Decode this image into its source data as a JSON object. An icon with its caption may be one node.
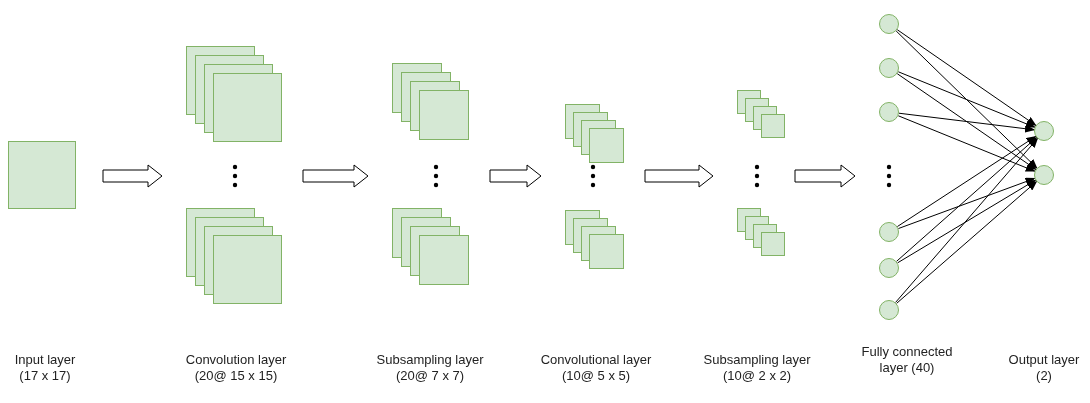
{
  "diagram": {
    "nodes": [
      {
        "text": [],
        "shape": "box"
      },
      {
        "text": [],
        "shape": "box"
      },
      {
        "text": [],
        "shape": "box"
      },
      {
        "text": [],
        "shape": "box"
      },
      {
        "text": [],
        "shape": "box"
      },
      {
        "text": [],
        "shape": "box"
      },
      {
        "text": [],
        "shape": "box"
      },
      {
        "text": [],
        "shape": "box"
      },
      {
        "text": [],
        "shape": "box"
      },
      {
        "text": [],
        "shape": "circle"
      },
      {
        "text": [],
        "shape": "circle"
      },
      {
        "text": [],
        "shape": "circle"
      },
      {
        "text": [],
        "shape": "circle"
      },
      {
        "text": [],
        "shape": "circle"
      },
      {
        "text": [],
        "shape": "circle"
      },
      {
        "text": [],
        "shape": "circle"
      },
      {
        "text": [],
        "shape": "circle"
      }
    ],
    "edges": [
      {
        "from": 0,
        "to": 1,
        "arrow": "to"
      },
      {
        "from": 1,
        "to": 3,
        "arrow": "to"
      },
      {
        "from": 3,
        "to": 5,
        "arrow": "to"
      },
      {
        "from": 5,
        "to": 7,
        "arrow": "to"
      },
      {
        "from": 9,
        "to": 15,
        "arrow": "to"
      },
      {
        "from": 9,
        "to": 16,
        "arrow": "to"
      },
      {
        "from": 10,
        "to": 15,
        "arrow": "to"
      },
      {
        "from": 10,
        "to": 16,
        "arrow": "to"
      },
      {
        "from": 11,
        "to": 15,
        "arrow": "to"
      },
      {
        "from": 11,
        "to": 16,
        "arrow": "to"
      },
      {
        "from": 12,
        "to": 15,
        "arrow": "to"
      },
      {
        "from": 12,
        "to": 16,
        "arrow": "to"
      },
      {
        "from": 13,
        "to": 15,
        "arrow": "to"
      },
      {
        "from": 13,
        "to": 16,
        "arrow": "to"
      },
      {
        "from": 14,
        "to": 15,
        "arrow": "to"
      },
      {
        "from": 14,
        "to": 16,
        "arrow": "to"
      }
    ],
    "labels": [
      "Input layer (17 x 17)",
      "Convolution layer (20@ 15 x 15)",
      "Subsampling layer (20@ 7 x 7)",
      "Convolutional layer (10@ 5 x 5)",
      "Subsampling layer (10@ 2 x 2)",
      "Fully connected layer (40)",
      "Output layer (2)"
    ]
  }
}
